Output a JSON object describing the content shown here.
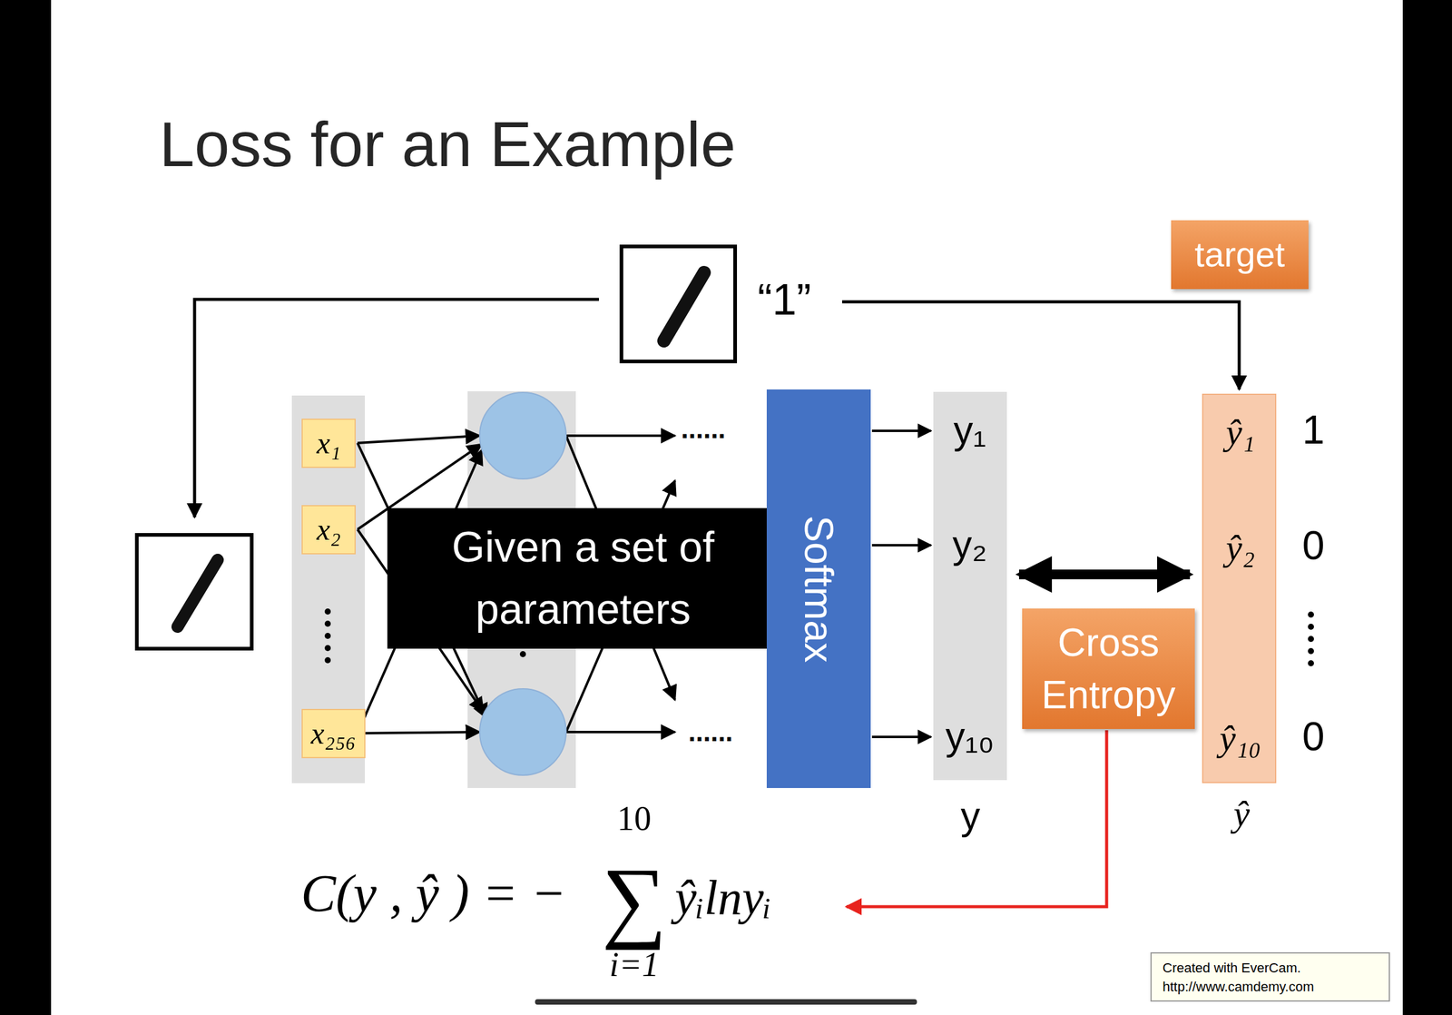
{
  "diagram": {
    "title": "Loss for an Example",
    "nodes": [
      {
        "text": [
          "target"
        ]
      },
      {
        "text": [
          "x₁"
        ]
      },
      {
        "text": [
          "x₂"
        ]
      },
      {
        "text": [
          "x₂₅₆"
        ]
      },
      {
        "text": [
          "Given a set of parameters"
        ]
      },
      {
        "text": [
          "Softmax"
        ]
      },
      {
        "text": [
          "y₁",
          "y₂",
          "y₁₀",
          "y"
        ]
      },
      {
        "text": [
          "ŷ₁",
          "ŷ₂",
          "ŷ₁₀",
          "ŷ"
        ]
      },
      {
        "text": [
          "Cross Entropy"
        ]
      }
    ],
    "edges": [
      {
        "from": 5,
        "to": 6,
        "arrow": "to"
      },
      {
        "from": 5,
        "to": 6,
        "arrow": "to"
      },
      {
        "from": 5,
        "to": 6,
        "arrow": "to"
      },
      {
        "from": 6,
        "to": 7,
        "arrow": "both"
      }
    ],
    "labels": [
      "“1”",
      "......",
      "......",
      "1",
      "0",
      "0",
      "C(y , ŷ ) = −",
      "10",
      "∑",
      "i=1",
      "ŷᵢlnyᵢ",
      "Created with EverCam.",
      "http://www.camdemy.com"
    ]
  }
}
